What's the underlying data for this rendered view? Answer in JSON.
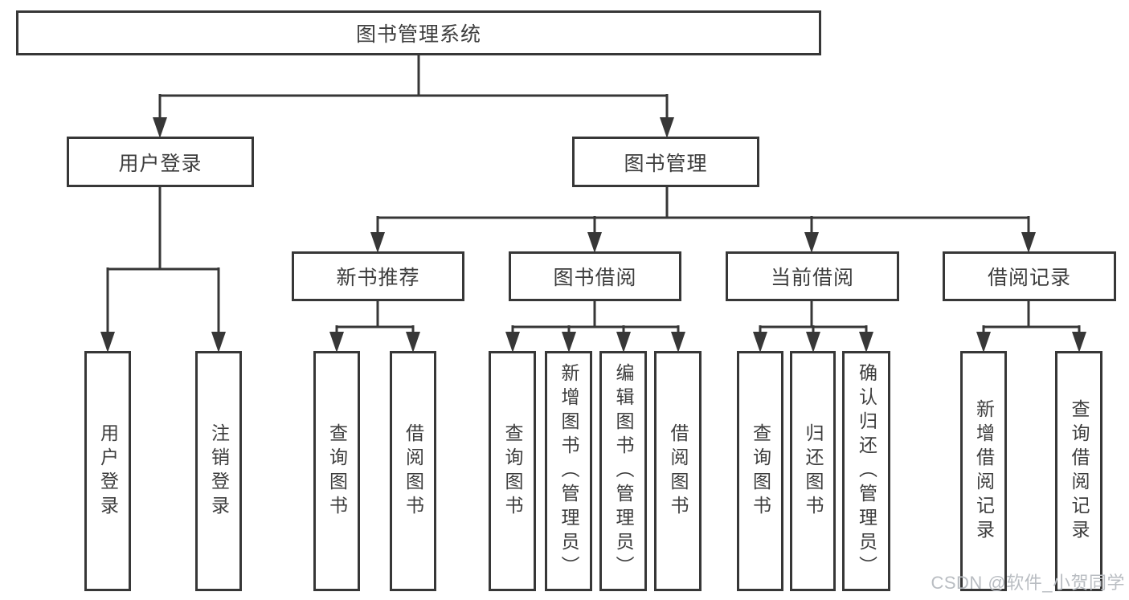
{
  "tree": {
    "root": {
      "label": "图书管理系统"
    },
    "branches": [
      {
        "label": "用户登录",
        "children": [
          {
            "label": "用户登录"
          },
          {
            "label": "注销登录"
          }
        ]
      },
      {
        "label": "图书管理",
        "groups": [
          {
            "label": "新书推荐",
            "children": [
              {
                "label": "查询图书"
              },
              {
                "label": "借阅图书"
              }
            ]
          },
          {
            "label": "图书借阅",
            "children": [
              {
                "label": "查询图书"
              },
              {
                "label": "新增图书（管理员）"
              },
              {
                "label": "编辑图书（管理员）"
              },
              {
                "label": "借阅图书"
              }
            ]
          },
          {
            "label": "当前借阅",
            "children": [
              {
                "label": "查询图书"
              },
              {
                "label": "归还图书"
              },
              {
                "label": "确认归还（管理员）"
              }
            ]
          },
          {
            "label": "借阅记录",
            "children": [
              {
                "label": "新增借阅记录"
              },
              {
                "label": "查询借阅记录"
              }
            ]
          }
        ]
      }
    ]
  },
  "watermark": {
    "text": "CSDN @软件_小贺同学"
  },
  "colors": {
    "line": "#373737",
    "text": "#3d3d3d",
    "box_fill": "#ffffff",
    "watermark": "#b9bdc2",
    "background": "#ffffff"
  }
}
